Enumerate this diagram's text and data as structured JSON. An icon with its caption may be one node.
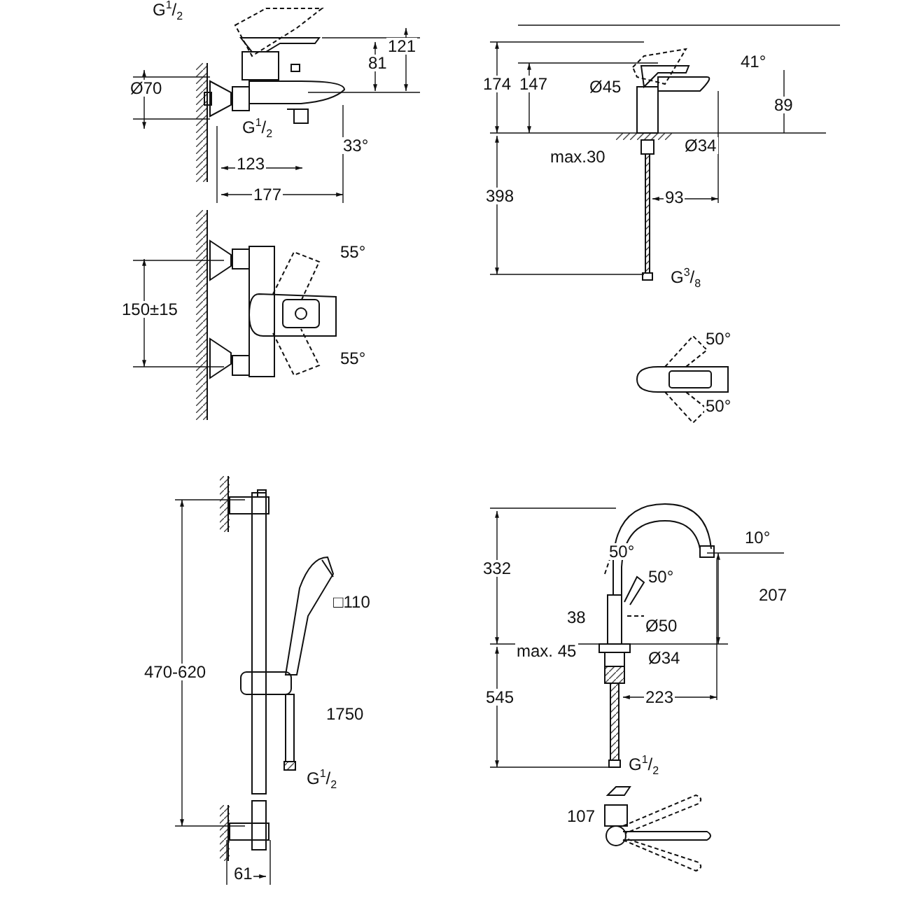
{
  "diagram": {
    "labels": [
      "G$^{1}$/$_{2}$",
      "121",
      "81",
      "Ø70",
      "G$^{1}$/$_{2}$",
      "33°",
      "123",
      "177",
      "55°",
      "150±15",
      "55°",
      "174",
      "147",
      "Ø45",
      "41°",
      "89",
      "max.30",
      "Ø34",
      "398",
      "93",
      "G$^{3}$/$_{8}$",
      "50°",
      "50°",
      "□110",
      "470-620",
      "1750",
      "G$^{1}$/$_{2}$",
      "61",
      "332",
      "50°",
      "10°",
      "50°",
      "207",
      "38",
      "Ø50",
      "max. 45",
      "Ø34",
      "545",
      "223",
      "G$^{1}$/$_{2}$",
      "107"
    ]
  }
}
